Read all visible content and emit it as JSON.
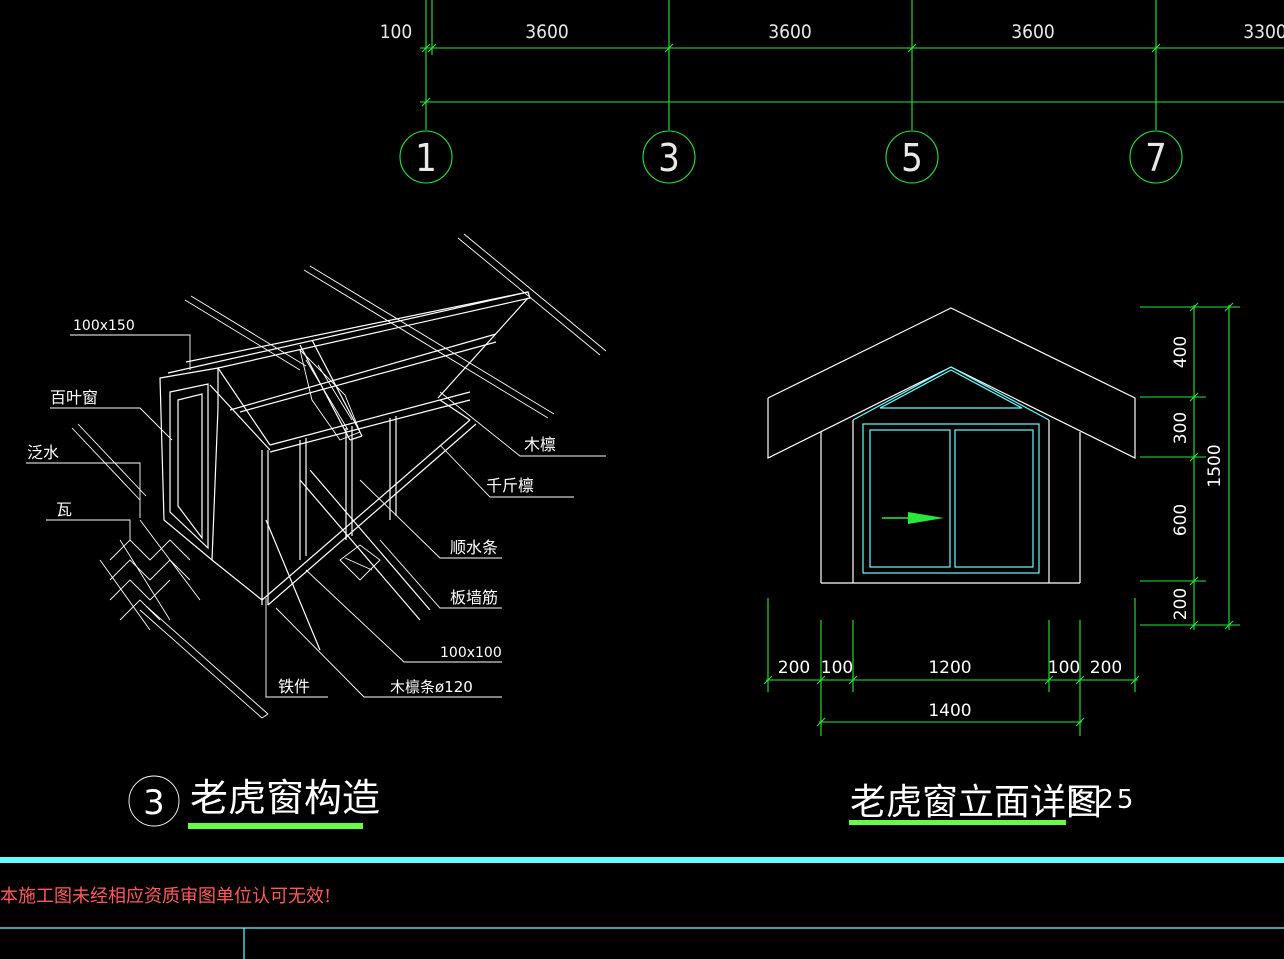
{
  "top_dimensions": {
    "values": [
      "100",
      "3600",
      "3600",
      "3600",
      "3300"
    ]
  },
  "axis_labels": [
    "1",
    "3",
    "5",
    "7"
  ],
  "detail_3": {
    "number": "3",
    "title": "老虎窗构造",
    "callouts": [
      "100x150",
      "百叶窗",
      "泛水",
      "瓦",
      "木檩",
      "千斤檩",
      "顺水条",
      "板墙筋",
      "100x100",
      "铁件",
      "木檩条ø120"
    ]
  },
  "elevation": {
    "title": "老虎窗立面详图",
    "scale": "1:25",
    "vertical_dims": [
      "400",
      "300",
      "600",
      "200"
    ],
    "vertical_total": "1500",
    "horizontal_dims": [
      "200",
      "100",
      "1200",
      "100",
      "200"
    ],
    "horizontal_total": "1400"
  },
  "footer": {
    "notice": "本施工图未经相应资质审图单位认可无效!"
  },
  "colors": {
    "background": "#000000",
    "green": "#27e83a",
    "cyan": "#66ffff",
    "red": "#ff5a5a",
    "title_underline": "#66ff44"
  }
}
